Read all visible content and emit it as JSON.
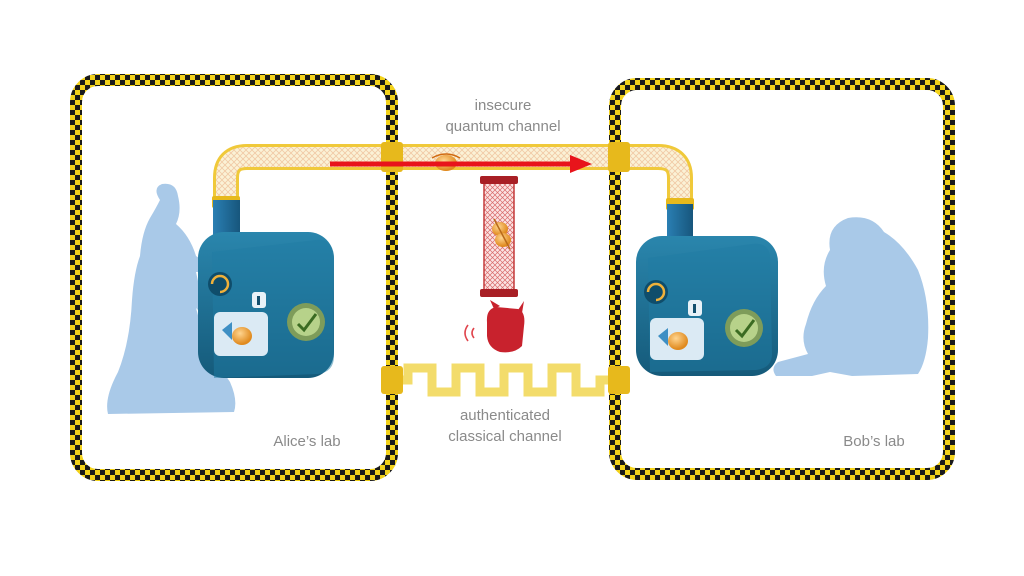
{
  "diagram": {
    "quantum_channel": {
      "line1": "insecure",
      "line2": "quantum channel"
    },
    "classical_channel": {
      "line1": "authenticated",
      "line2": "classical channel"
    },
    "alice_lab": {
      "label": "Alice’s lab"
    },
    "bob_lab": {
      "label": "Bob’s lab"
    }
  },
  "colors": {
    "lab_border_dark": "#1a1a1a",
    "lab_border_yellow": "#f2d21b",
    "pipe": "#f3dc6b",
    "device_body": "#1d6f93",
    "silhouette": "#a9c9e8",
    "arrow": "#e8141b",
    "eavesdropper": "#c8222d"
  }
}
